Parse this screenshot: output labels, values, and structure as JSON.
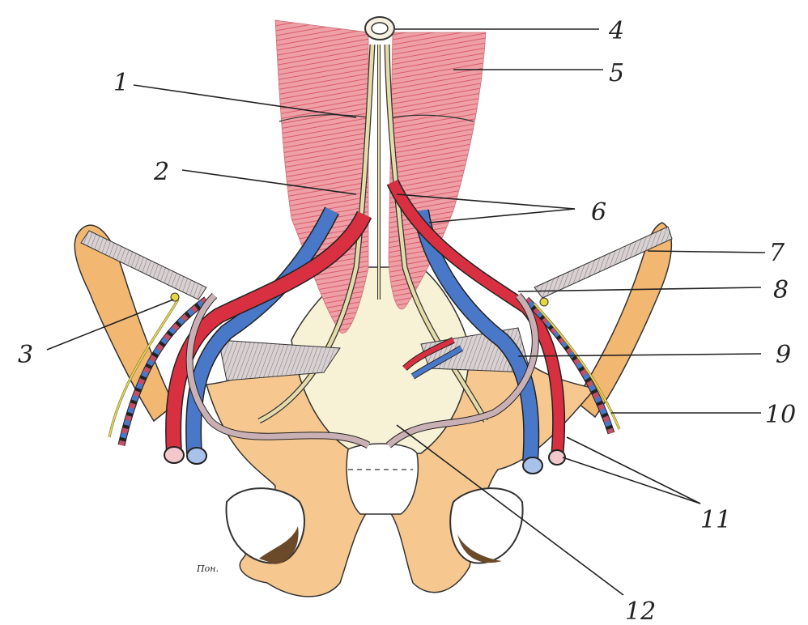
{
  "figure": {
    "labels": [
      {
        "id": "1",
        "text": "1"
      },
      {
        "id": "2",
        "text": "2"
      },
      {
        "id": "3",
        "text": "3"
      },
      {
        "id": "4",
        "text": "4"
      },
      {
        "id": "5",
        "text": "5"
      },
      {
        "id": "6",
        "text": "6"
      },
      {
        "id": "7",
        "text": "7"
      },
      {
        "id": "8",
        "text": "8"
      },
      {
        "id": "9",
        "text": "9"
      },
      {
        "id": "10",
        "text": "10"
      },
      {
        "id": "11",
        "text": "11"
      },
      {
        "id": "12",
        "text": "12"
      }
    ],
    "signature": "Пон."
  },
  "colors": {
    "muscle": "#e87a84",
    "bone": "#f0b060",
    "artery": "#d83040",
    "vein": "#4a78c8",
    "nerve": "#e6dcaa",
    "ligament": "#b8a6a8",
    "yellow_nerve": "#e8d840"
  }
}
